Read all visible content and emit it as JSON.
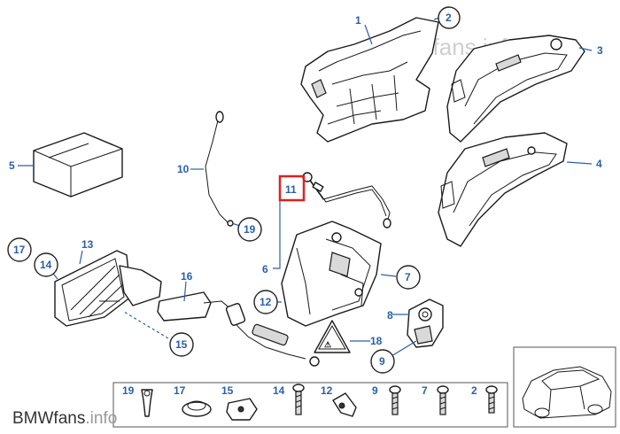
{
  "watermark": "BMWfans.info",
  "brand": {
    "main": "BMWfans",
    "suffix": ".info"
  },
  "callouts": {
    "c1": "1",
    "c2": "2",
    "c3": "3",
    "c4": "4",
    "c5": "5",
    "c6": "6",
    "c7": "7",
    "c8": "8",
    "c9": "9",
    "c10": "10",
    "c11": "11",
    "c12": "12",
    "c13": "13",
    "c14": "14",
    "c15": "15",
    "c16": "16",
    "c17": "17",
    "c18": "18",
    "c19": "19"
  },
  "legend": [
    "19",
    "17",
    "15",
    "14",
    "12",
    "9",
    "7",
    "2"
  ],
  "highlighted_part": "11"
}
